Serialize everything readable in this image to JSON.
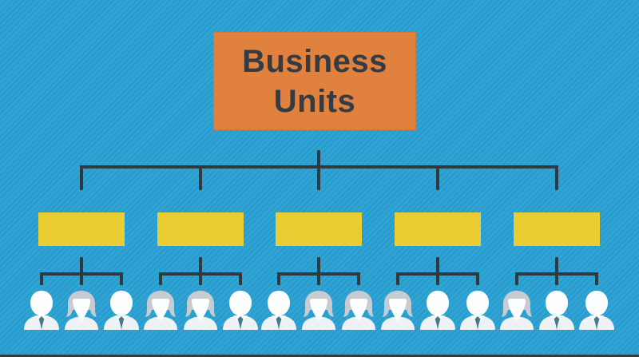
{
  "colors": {
    "background": "#2AA2D4",
    "background_stripe": "#2799C9",
    "root_box": "#E0813E",
    "root_text": "#333B44",
    "unit_box": "#E9CD32",
    "connector": "#31383E",
    "person_body": "#EFF2F4",
    "person_head": "#FDFEFF",
    "person_hair": "#C7CCD2",
    "person_tie": "#48798A",
    "bottom_bar": "#35322E"
  },
  "org": {
    "root": {
      "label": "Business Units"
    },
    "units": [
      {
        "id": "unit-1",
        "members": [
          {
            "type": "male"
          },
          {
            "type": "female"
          },
          {
            "type": "male"
          }
        ]
      },
      {
        "id": "unit-2",
        "members": [
          {
            "type": "female"
          },
          {
            "type": "female"
          },
          {
            "type": "male"
          }
        ]
      },
      {
        "id": "unit-3",
        "members": [
          {
            "type": "male"
          },
          {
            "type": "female"
          },
          {
            "type": "female"
          }
        ]
      },
      {
        "id": "unit-4",
        "members": [
          {
            "type": "female"
          },
          {
            "type": "male"
          },
          {
            "type": "male"
          }
        ]
      },
      {
        "id": "unit-5",
        "members": [
          {
            "type": "female"
          },
          {
            "type": "male"
          },
          {
            "type": "male"
          }
        ]
      }
    ]
  }
}
